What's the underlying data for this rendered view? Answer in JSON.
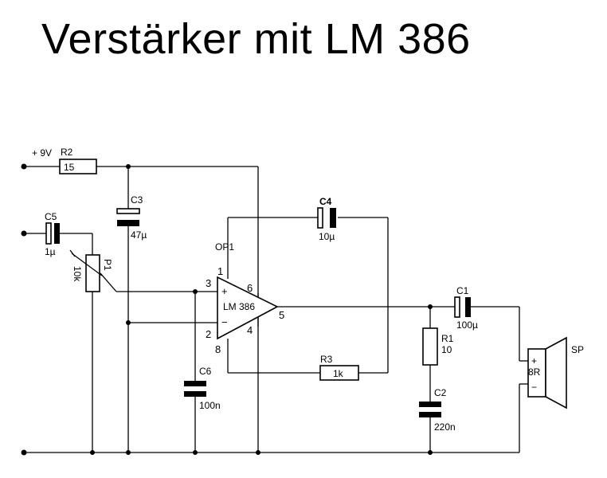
{
  "title": "Verstärker mit LM 386",
  "supply_label": "+ 9V",
  "components": {
    "r2": {
      "ref": "R2",
      "value": "15"
    },
    "c3": {
      "ref": "C3",
      "value": "47µ"
    },
    "c5": {
      "ref": "C5",
      "value": "1µ"
    },
    "p1": {
      "ref": "P1",
      "value": "10k"
    },
    "c4": {
      "ref": "C4",
      "value": "10µ"
    },
    "op1": {
      "ref": "OP1",
      "value": "LM 386"
    },
    "c6": {
      "ref": "C6",
      "value": "100n"
    },
    "r3": {
      "ref": "R3",
      "value": "1k"
    },
    "c1": {
      "ref": "C1",
      "value": "100µ"
    },
    "r1": {
      "ref": "R1",
      "value": "10"
    },
    "c2": {
      "ref": "C2",
      "value": "220n"
    },
    "sp": {
      "ref": "SP",
      "value": "8R"
    }
  },
  "op_pins": {
    "p1": "1",
    "p2": "2",
    "p3": "3",
    "p4": "4",
    "p5": "5",
    "p6": "6",
    "p8": "8"
  },
  "op_signs": {
    "plus": "+",
    "minus": "−"
  },
  "speaker_signs": {
    "plus": "+",
    "minus": "−"
  }
}
